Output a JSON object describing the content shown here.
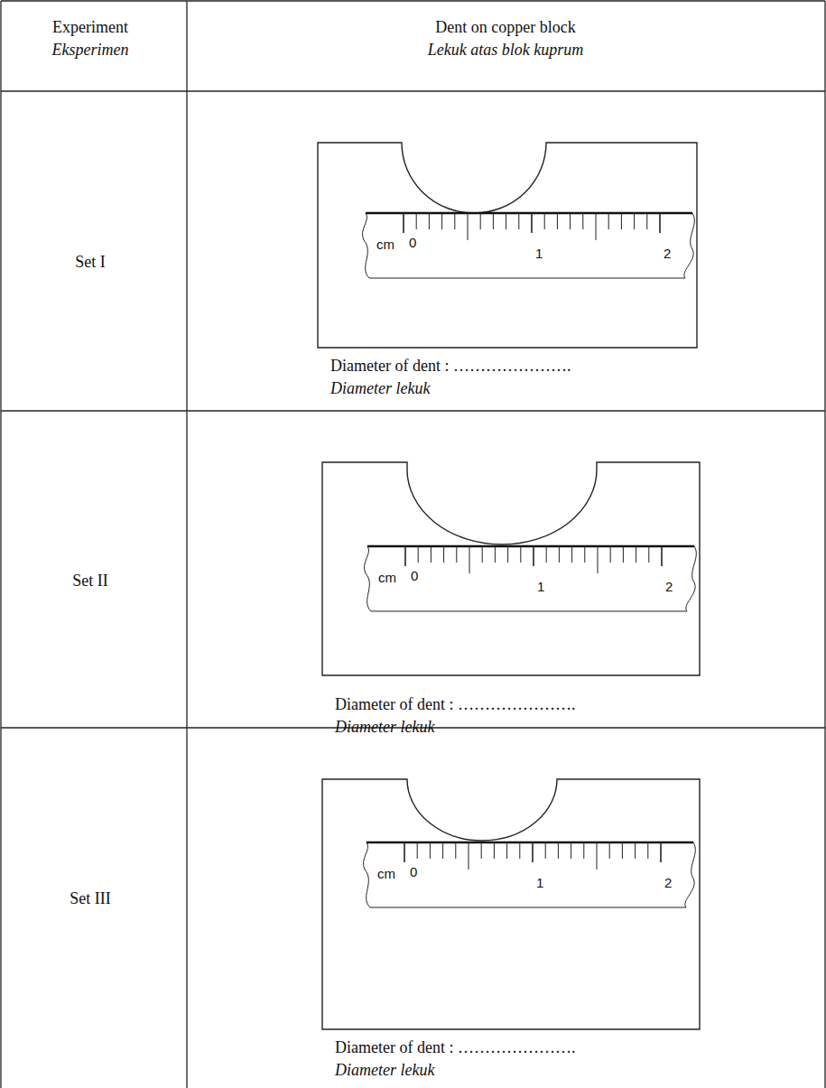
{
  "diagram": {
    "labels": [
      "Experiment",
      "Eksperimen",
      "Dent on copper block",
      "Lekuk atas blok kuprum",
      "Set I",
      "cm",
      "0",
      "1",
      "2",
      "Diameter of dent : ………………….",
      "Diameter lekuk",
      "Set II",
      "cm",
      "0",
      "1",
      "2",
      "Diameter of dent : ………………….",
      "Diameter lekuk",
      "Set III",
      "cm",
      "0",
      "1",
      "2",
      "Diameter of dent : ………………….",
      "Diameter lekuk"
    ]
  }
}
